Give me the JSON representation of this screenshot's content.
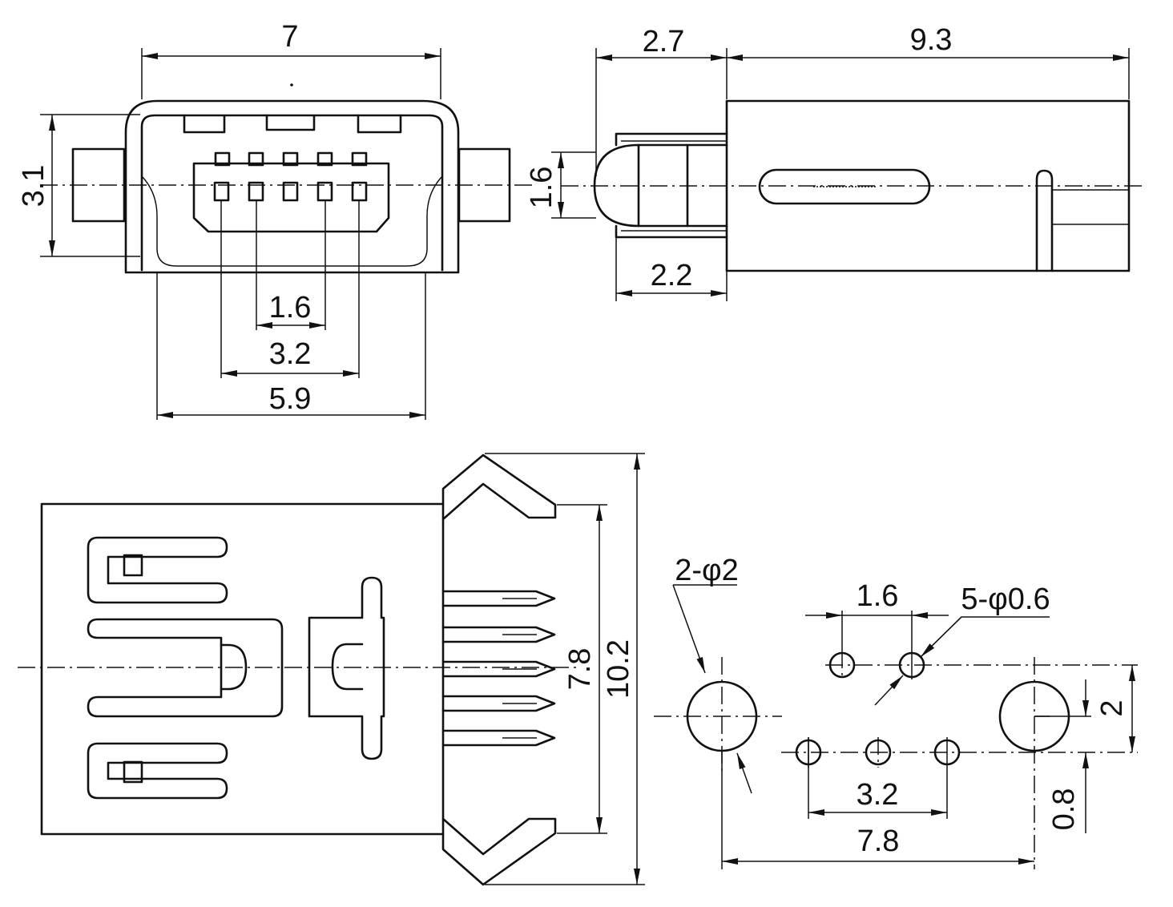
{
  "front_view": {
    "dim_width": "7",
    "dim_height": "3.1",
    "dim_pitch": "1.6",
    "dim_outer_pins": "3.2",
    "dim_shell": "5.9"
  },
  "side_view": {
    "dim_front": "2.7",
    "dim_body": "9.3",
    "dim_plug_height": "1.6",
    "dim_pins": "2.2"
  },
  "top_view": {
    "dim_inner": "7.8",
    "dim_outer": "10.2"
  },
  "pcb_layout": {
    "mount_holes": "2-φ2",
    "pitch": "1.6",
    "pin_holes": "5-φ0.6",
    "row_offset": "2",
    "pin_span": "3.2",
    "hole_span": "7.8",
    "edge_offset": "0.8"
  }
}
